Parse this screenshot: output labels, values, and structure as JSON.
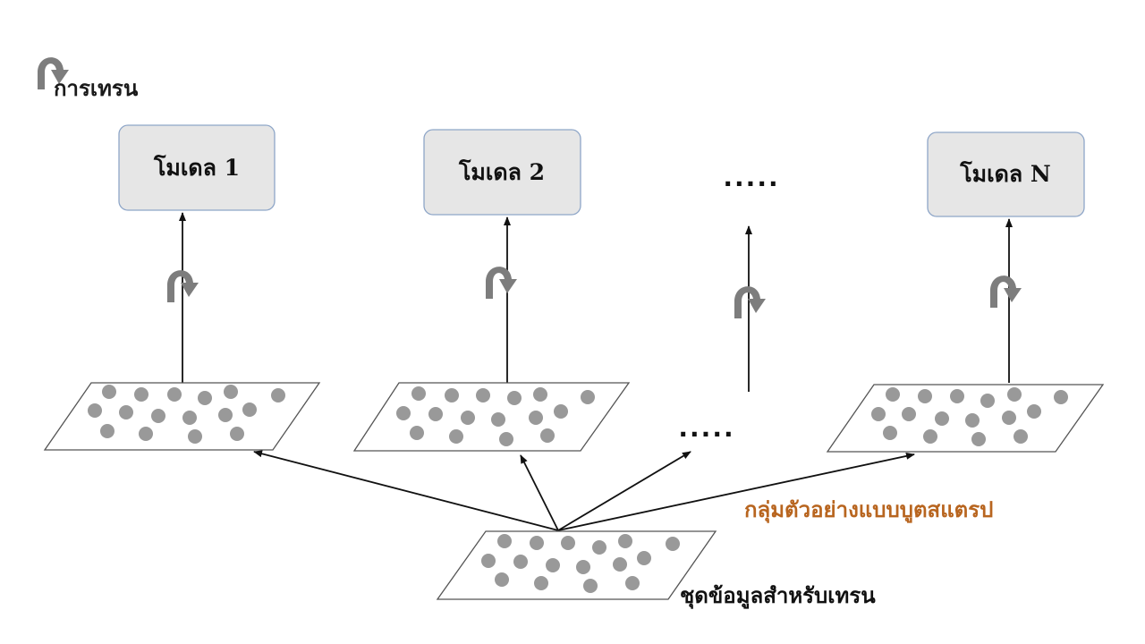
{
  "legend": {
    "icon": "curved-arrow-icon",
    "label": "การเทรน"
  },
  "models": [
    {
      "label": "โมเดล 1"
    },
    {
      "label": "โมเดล 2"
    },
    {
      "label": "โมเดล N"
    }
  ],
  "ellipsis_models": ".....",
  "ellipsis_samples": ".....",
  "bootstrap_label": "กลุ่มตัวอย่างแบบบูตสแตรป",
  "dataset_label": "ชุดข้อมูลสำหรับเทรน",
  "colors": {
    "bootstrap_text": "#b8651f",
    "model_fill": "#e6e6e6",
    "model_border": "#8ea6c8",
    "dot": "#999999",
    "icon": "#7d7d7d"
  }
}
